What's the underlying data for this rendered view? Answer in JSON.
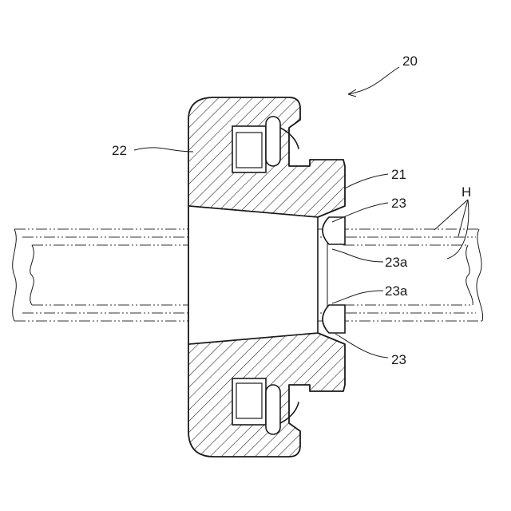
{
  "labels": {
    "assembly": "20",
    "outer_body": "22",
    "inner_body": "21",
    "protrusion_top": "23",
    "protrusion_top_tip": "23a",
    "protrusion_bottom_tip": "23a",
    "protrusion_bottom": "23",
    "hose": "H"
  },
  "colors": {
    "line": "#1a1a1a",
    "background": "#ffffff"
  }
}
